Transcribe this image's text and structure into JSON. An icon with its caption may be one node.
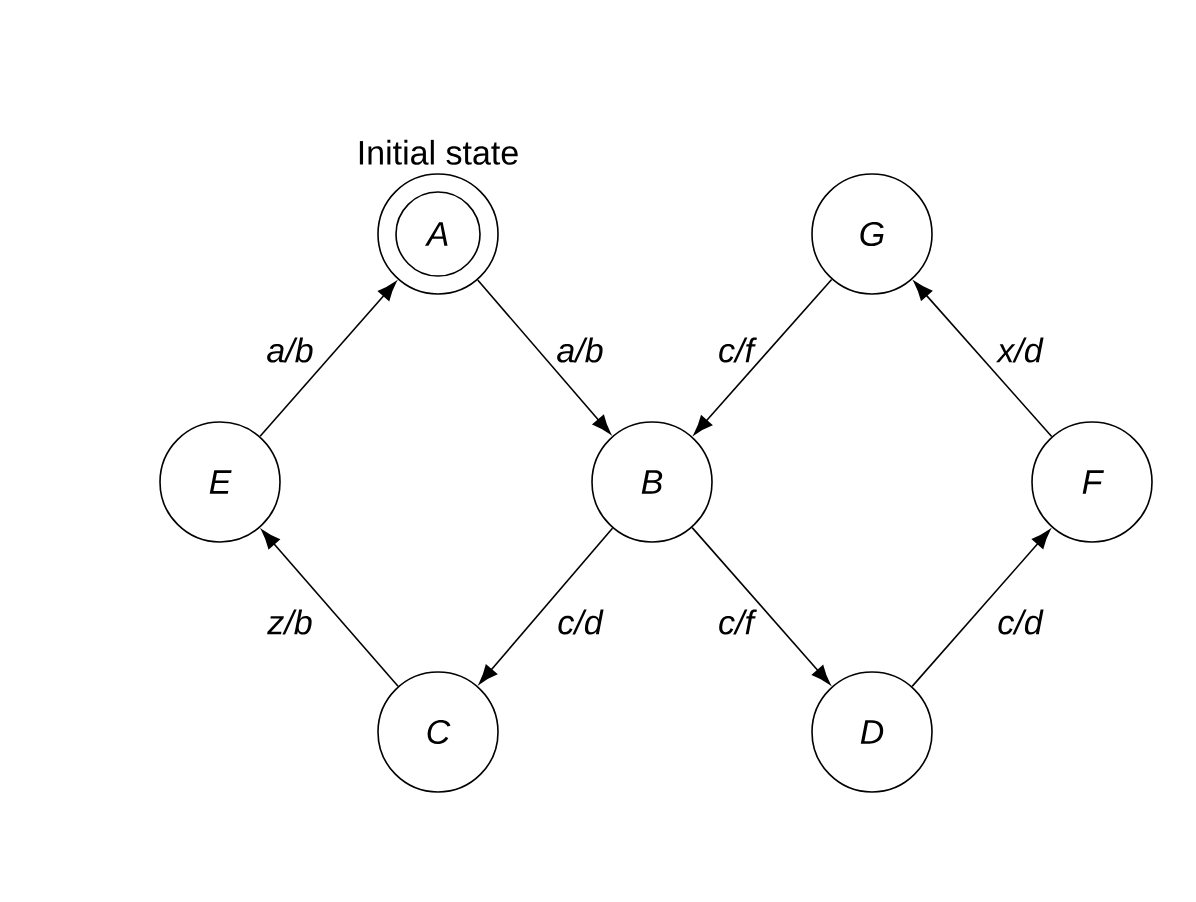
{
  "diagram": {
    "nodes": [
      {
        "text": [
          "A"
        ],
        "beside": [
          "Initial state"
        ]
      },
      {
        "text": [
          "G"
        ]
      },
      {
        "text": [
          "E"
        ]
      },
      {
        "text": [
          "B"
        ]
      },
      {
        "text": [
          "F"
        ]
      },
      {
        "text": [
          "C"
        ]
      },
      {
        "text": [
          "D"
        ]
      }
    ],
    "edges": [
      {
        "from": 2,
        "to": 0,
        "arrow": "to",
        "label": "a/b"
      },
      {
        "from": 0,
        "to": 3,
        "arrow": "to",
        "label": "a/b"
      },
      {
        "from": 1,
        "to": 3,
        "arrow": "to",
        "label": "c/f"
      },
      {
        "from": 4,
        "to": 1,
        "arrow": "to",
        "label": "x/d"
      },
      {
        "from": 5,
        "to": 2,
        "arrow": "to",
        "label": "z/b"
      },
      {
        "from": 3,
        "to": 5,
        "arrow": "to",
        "label": "c/d"
      },
      {
        "from": 3,
        "to": 6,
        "arrow": "to",
        "label": "c/f"
      },
      {
        "from": 6,
        "to": 4,
        "arrow": "to",
        "label": "c/d"
      }
    ]
  }
}
